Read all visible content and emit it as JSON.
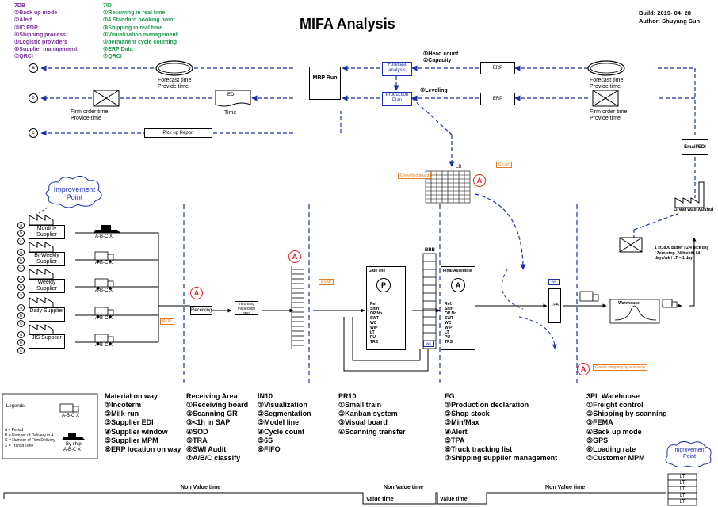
{
  "title": "MIFA Analysis",
  "build": {
    "line1": "Build: 2019- 04- 28",
    "line2": "Author: Shuyang Sun"
  },
  "colors": {
    "purple": "#7a2e9a",
    "green": "#1a9a4a",
    "blue": "#1a2fa8",
    "red": "#d22222"
  },
  "legend_db": {
    "header": "7DB",
    "items": [
      "①Back up mode",
      "②Alert",
      "③IC PDP",
      "④Shipping process",
      "⑤Logistic providers",
      "⑥Supplier management",
      "⑦QRCI"
    ]
  },
  "legend_id": {
    "header": "7ID",
    "items": [
      "①Receiving in real time",
      "②4 Standard booking point",
      "③Shipping in real time",
      "④Visualization management",
      "⑤permanent cycle counting",
      "⑥ERP Data",
      "⑦QRCI"
    ]
  },
  "top_flow": {
    "mrp_run": "MRP Run",
    "forecast_analysis": "Forecast analysis",
    "production_plan": "Production Plan",
    "erp": "ERP",
    "head_count": "⑤Head count",
    "capacity": "②Capacity",
    "leveling": "⑥Leveling",
    "edi": "EDI",
    "time": "Time",
    "forecast_time": "Forecast time",
    "provide_time": "Provide time",
    "firm_order_time": "Firm order time",
    "pickup_report": "Pick up Report",
    "email_edi": "Email/EDI",
    "circle_a": "a",
    "circle_b": "b",
    "circle_c": "c"
  },
  "improvement_point": {
    "line1": "Improvement",
    "line2": "Point"
  },
  "suppliers": [
    {
      "name": "Monthly Supplier",
      "transport": "A-B-C X",
      "mode": "ship"
    },
    {
      "name": "Bi-Weekly Supplier",
      "transport": "A-B-C X",
      "mode": "truck"
    },
    {
      "name": "Weekly Supplier",
      "transport": "A-B-C X",
      "mode": "truck"
    },
    {
      "name": "Daily Supplier",
      "transport": "A-B-C X",
      "mode": "truck"
    },
    {
      "name": "JIS Supplier",
      "transport": "A-B-C X",
      "mode": "truck"
    }
  ],
  "supplier_circles": [
    "a",
    "b",
    "c"
  ],
  "process": {
    "receiving": "Receiving",
    "incoming_inspection": "Incoming inspection area",
    "rfid": "RFID",
    "gate_line": "Gate line",
    "final_assemble": "Final Assemble",
    "gate_line_stats": [
      "Ref",
      "Shift",
      "OP No.",
      "SWT",
      "WC",
      "WIP",
      "LT",
      "PU",
      "TRS"
    ],
    "final_stats": [
      "Ref.",
      "Shift",
      "OP No.",
      "SWT",
      "WC",
      "WIP",
      "LT",
      "PU",
      "TRS"
    ],
    "bbb": "BBB",
    "lb": "LB",
    "p": "P",
    "a": "A",
    "wk": "WK",
    "tpa": "TPA",
    "great_wall": "Great wall Xushui",
    "great_wall_note": "1 st. 800 Buffer / 2/4 pick day / Zero stop. 24 h/shift / 4 days/wk / LT = 1 day",
    "warehouse": "Warehouse",
    "c_leveling_board": "C-leveling board",
    "c_cart": "C-cart",
    "a_goods_shipping": "Goods shipping by scanning",
    "asap": "ASAP"
  },
  "legends_box": {
    "title": "Legends:",
    "lines": [
      "A = Period",
      "B = Number of Delivery in A",
      "C = Number of Firm Delivery",
      "X = Transit Time"
    ],
    "truck_label": "A-B-C X",
    "ship_label": "By ship",
    "ship_sub": "A-B-C X"
  },
  "categories": [
    {
      "title": "Material on way",
      "items": [
        "①Incoterm",
        "②Milk-run",
        "③Supplier EDI",
        "④Supplier window",
        "⑤Supplier MPM",
        "⑥ERP location on way"
      ]
    },
    {
      "title": "Receiving Area",
      "items": [
        "①Receiving board",
        "②Scanning GR",
        "③<1h in SAP",
        "④SOD",
        "⑤TRA",
        "⑥SWI Audit",
        "⑦A/B/C classify"
      ]
    },
    {
      "title": "IN10",
      "items": [
        "①Visualization",
        "②Segmentation",
        "③Model line",
        "④Cycle count",
        "⑤6S",
        "⑥FIFO"
      ]
    },
    {
      "title": "PR10",
      "items": [
        "①Small train",
        "②Kanban system",
        "③Visual board",
        "④Scanning transfer"
      ]
    },
    {
      "title": "FG",
      "items": [
        "①Production declaration",
        "②Shop stock",
        "③Min/Max",
        "④Alert",
        "⑤TPA",
        "⑥Truck tracking list",
        "⑦Shipping supplier management"
      ]
    },
    {
      "title": "3PL Warehouse",
      "items": [
        "①Freight control",
        "②Shipping by scanning",
        "③FEMA",
        "④Back up mode",
        "⑤GPS",
        "⑥Loading rate",
        "⑦Customer MPM"
      ]
    }
  ],
  "improvement_point_2": {
    "line1": "Improvement",
    "line2": "Point"
  },
  "timeline": {
    "non_value_1": "Non Value time",
    "value_1": "Value time",
    "non_value_2": "Non Value time",
    "value_2": "Value time",
    "non_value_3": "Non Value time",
    "lt_cells": [
      "LT",
      "LT",
      "LT",
      "LT",
      "LT"
    ]
  }
}
